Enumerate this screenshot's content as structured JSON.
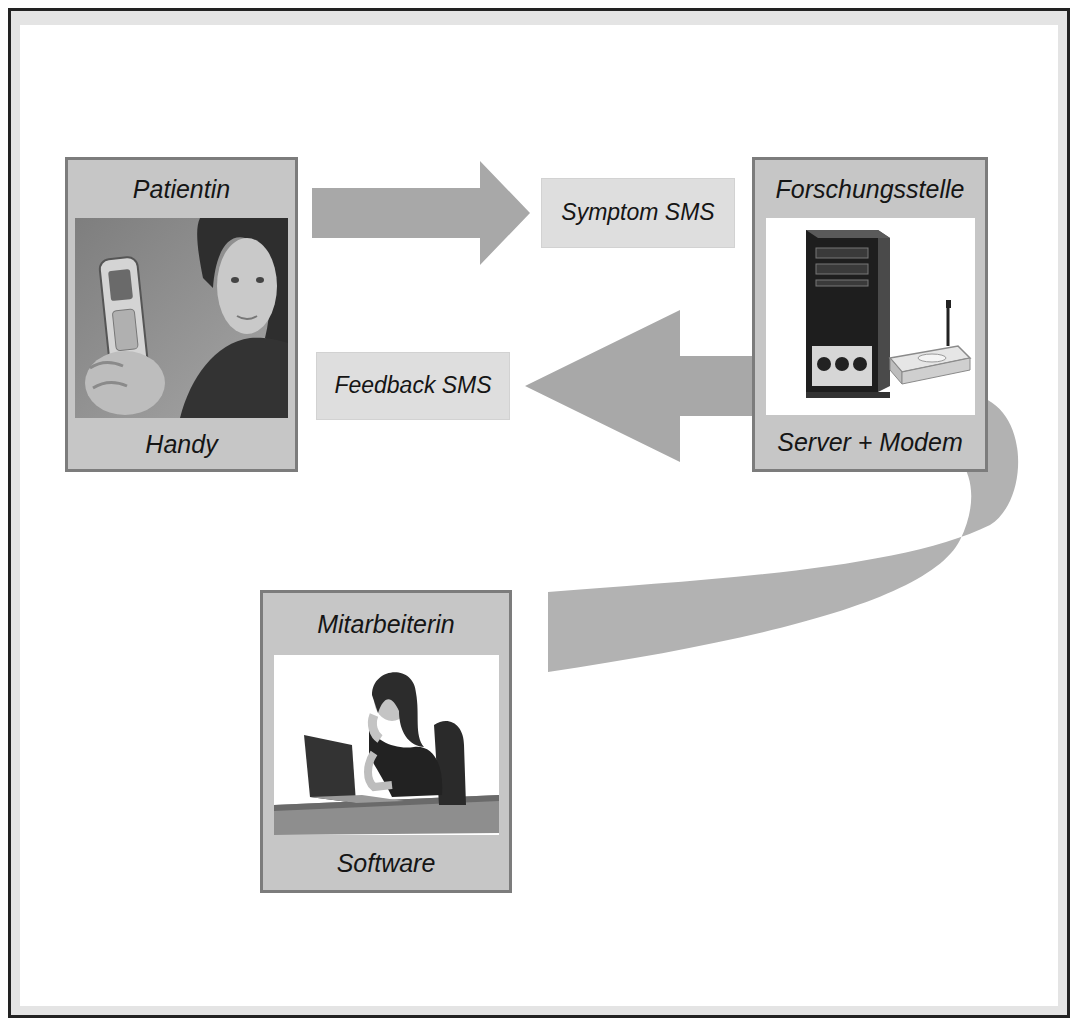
{
  "diagram": {
    "nodes": [
      {
        "text": [
          "Patientin",
          "Handy"
        ]
      },
      {
        "text": [
          "Symptom SMS"
        ]
      },
      {
        "text": [
          "Forschungsstelle",
          "Server + Modem"
        ]
      },
      {
        "text": [
          "Feedback SMS"
        ]
      },
      {
        "text": [
          "Mitarbeiterin",
          "Software"
        ]
      }
    ],
    "edges": [
      {
        "from": 0,
        "to": 1,
        "arrow": "to"
      },
      {
        "from": 2,
        "to": 3,
        "arrow": "to"
      },
      {
        "from": 2,
        "to": 4,
        "arrow": "none"
      }
    ]
  }
}
